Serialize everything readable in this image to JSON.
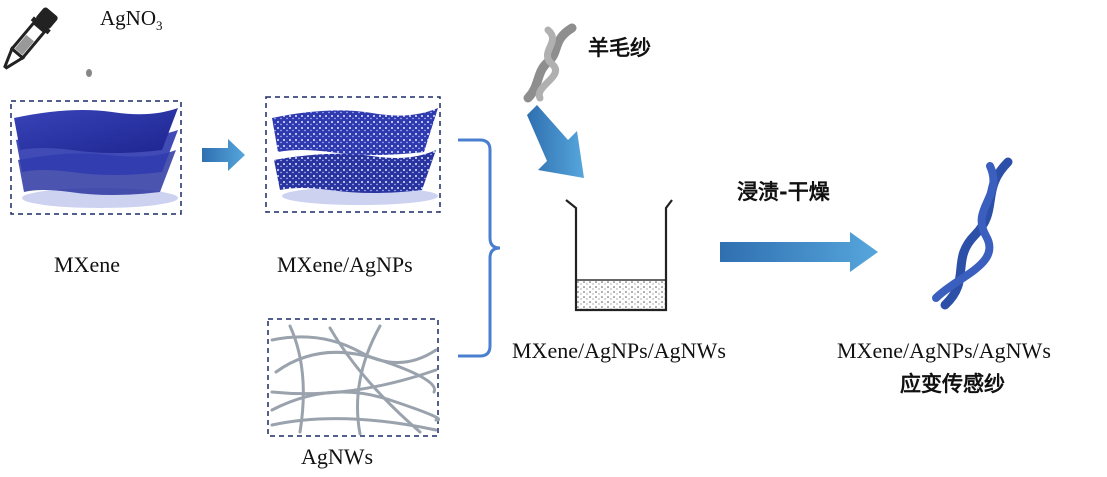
{
  "labels": {
    "agno3_prefix": "AgNO",
    "agno3_subscript": "3",
    "mxene": "MXene",
    "mxene_agnps": "MXene/AgNPs",
    "agnws": "AgNWs",
    "wool_yarn": "羊毛纱",
    "composite": "MXene/AgNPs/AgNWs",
    "process": "浸渍-干燥",
    "product_line1": "MXene/AgNPs/AgNWs",
    "product_line2": "应变传感纱"
  },
  "icons": [
    "dropper-icon",
    "beaker-icon",
    "wool-yarn-icon",
    "sensor-yarn-icon"
  ],
  "colors": {
    "arrow_blue": "#3f8ec9",
    "sheet_blue": "#2a36a8",
    "yarn_blue": "#2c4fa8",
    "bracket_blue": "#4a7fd0",
    "yarn_grey": "#8e8e8e"
  }
}
